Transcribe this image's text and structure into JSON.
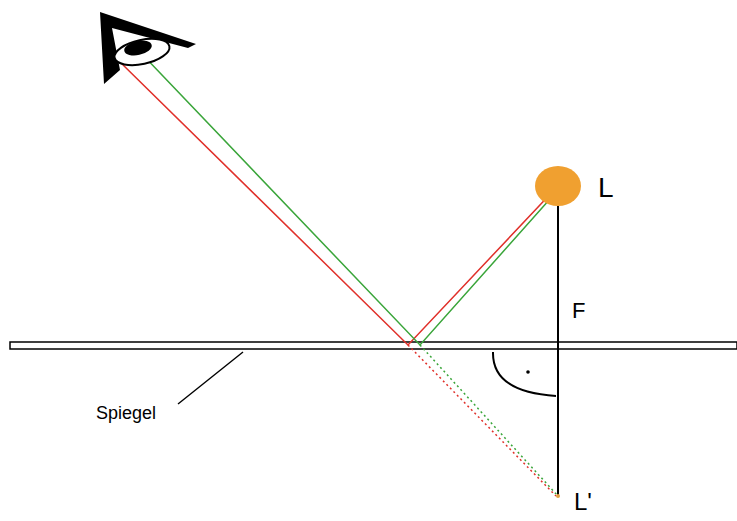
{
  "diagram": {
    "labels": [
      "L",
      "F",
      "Spiegel",
      "L'"
    ]
  }
}
